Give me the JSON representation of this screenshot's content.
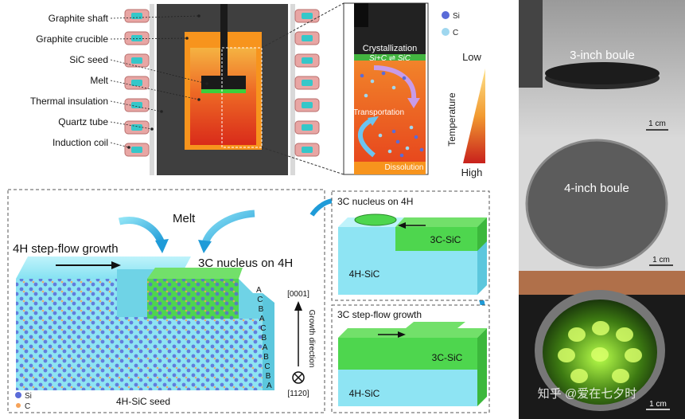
{
  "furnace": {
    "labels": [
      "Graphite shaft",
      "Graphite crucible",
      "SiC seed",
      "Melt",
      "Thermal insulation",
      "Quartz tube",
      "Induction coil"
    ]
  },
  "zoom": {
    "crystallization": "Crystallization",
    "reaction": "Si+C ⇌ SiC",
    "transportation": "Transportation",
    "dissolution": "Dissolution"
  },
  "legend_top": {
    "si": "Si",
    "c": "C"
  },
  "temperature": {
    "low": "Low",
    "high": "High",
    "axis_label": "Temperature"
  },
  "growth_panel": {
    "melt": "Melt",
    "step_flow": "4H step-flow growth",
    "nucleus": "3C nucleus on 4H",
    "seed": "4H-SiC seed",
    "direction_top": "[0001]",
    "direction_label": "Growth direction",
    "direction_bottom": "[1120]",
    "stacking": [
      "A",
      "C",
      "B",
      "A",
      "C",
      "B",
      "A",
      "B",
      "C",
      "B",
      "A"
    ],
    "legend": {
      "si": "Si",
      "c": "C"
    }
  },
  "nucleus_panel": {
    "title": "3C nucleus on 4H",
    "top_label": "3C-SiC",
    "bottom_label": "4H-SiC"
  },
  "stepflow_panel": {
    "title": "3C step-flow growth",
    "top_label": "3C-SiC",
    "bottom_label": "4H-SiC"
  },
  "photos": {
    "boule3": "3-inch boule",
    "boule4": "4-inch boule",
    "scale": "1 cm",
    "watermark": "知乎 @爱在七夕时"
  },
  "colors": {
    "orange": "#f7941d",
    "melt_red": "#d9301a",
    "seed_green": "#3ccf3c",
    "cyan": "#7fe0f0",
    "green_block": "#4ed64e"
  }
}
